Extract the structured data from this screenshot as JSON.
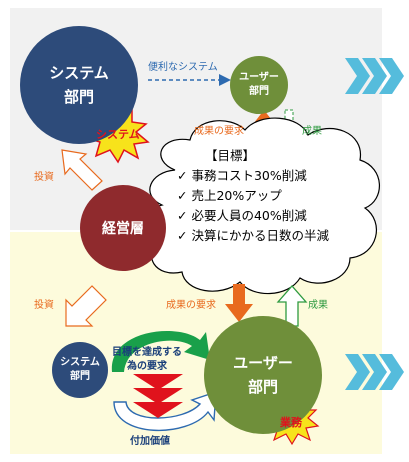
{
  "nodes": {
    "system_top": "システム\n部門",
    "user_top": "ユーザー\n部門",
    "management": "経営層",
    "system_bottom": "システム\n部門",
    "user_bottom": "ユーザー\n部門"
  },
  "badges": {
    "system": "システム",
    "business": "業務"
  },
  "labels": {
    "convenient_system": "便利なシステム",
    "demand_results_top": "成果の要求",
    "results_top": "成果",
    "investment_top": "投資",
    "investment_bottom": "投資",
    "demand_results_bottom": "成果の要求",
    "results_bottom": "成果",
    "goal_requirement": "目標を達成する\n為の要求",
    "added_value": "付加価値"
  },
  "goals": {
    "title": "【目標】",
    "items": [
      "✓ 事務コスト30%削減",
      "✓ 売上20%アップ",
      "✓ 必要人員の40%削減",
      "✓ 決算にかかる日数の半減"
    ]
  },
  "colors": {
    "navy": "#2d4b7a",
    "olive": "#6f8f3a",
    "maroon": "#8f2a2d",
    "orange": "#e86a1e",
    "green": "#2e9a40",
    "blue_chevron": "#55bcdc",
    "red_chevron": "#e0121c",
    "yellow_star": "#f7e31b"
  }
}
